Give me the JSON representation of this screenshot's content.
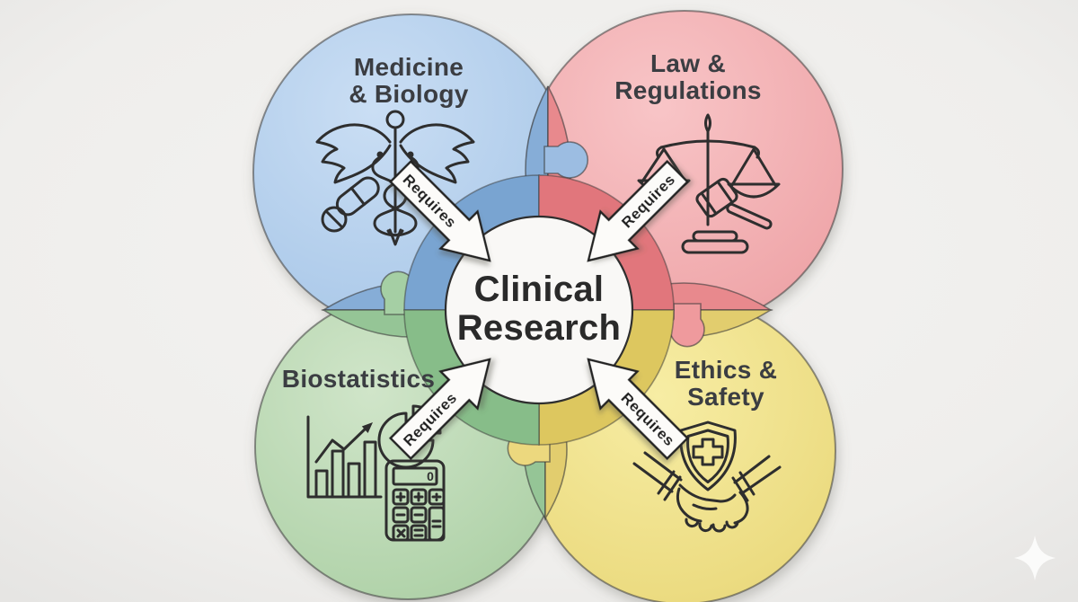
{
  "diagram": {
    "title_hint": "Clinical Research requirements puzzle diagram",
    "center": {
      "line1": "Clinical",
      "line2": "Research"
    },
    "connector_label": "Requires",
    "quadrants": [
      {
        "id": "medicine-biology",
        "line1": "Medicine",
        "line2": "& Biology",
        "icon": "caduceus-pills-icon",
        "color": "#aecbea",
        "accent": "#79a4d1"
      },
      {
        "id": "law-regulations",
        "line1": "Law &",
        "line2": "Regulations",
        "icon": "scales-gavel-icon",
        "color": "#f0a9ac",
        "accent": "#e1767b"
      },
      {
        "id": "biostatistics",
        "line1": "Biostatistics",
        "line2": "",
        "icon": "chart-pie-calculator-icon",
        "color": "#b3d4ac",
        "accent": "#87bd89"
      },
      {
        "id": "ethics-safety",
        "line1": "Ethics &",
        "line2": "Safety",
        "icon": "shield-handshake-icon",
        "color": "#ecdc82",
        "accent": "#ddc75f"
      }
    ],
    "icon_details": {
      "calculator_display": "0"
    },
    "palette": {
      "background": "#efeeec",
      "hub": "#f9f8f6",
      "outline": "#2e2e2e",
      "ribbon": "#fcfbf9",
      "blue_lens": "#86add7",
      "pink_lens": "#e8898d",
      "green_lens": "#95c596",
      "yellow_lens": "#e2cd6e"
    },
    "watermark": "sparkle-icon"
  }
}
